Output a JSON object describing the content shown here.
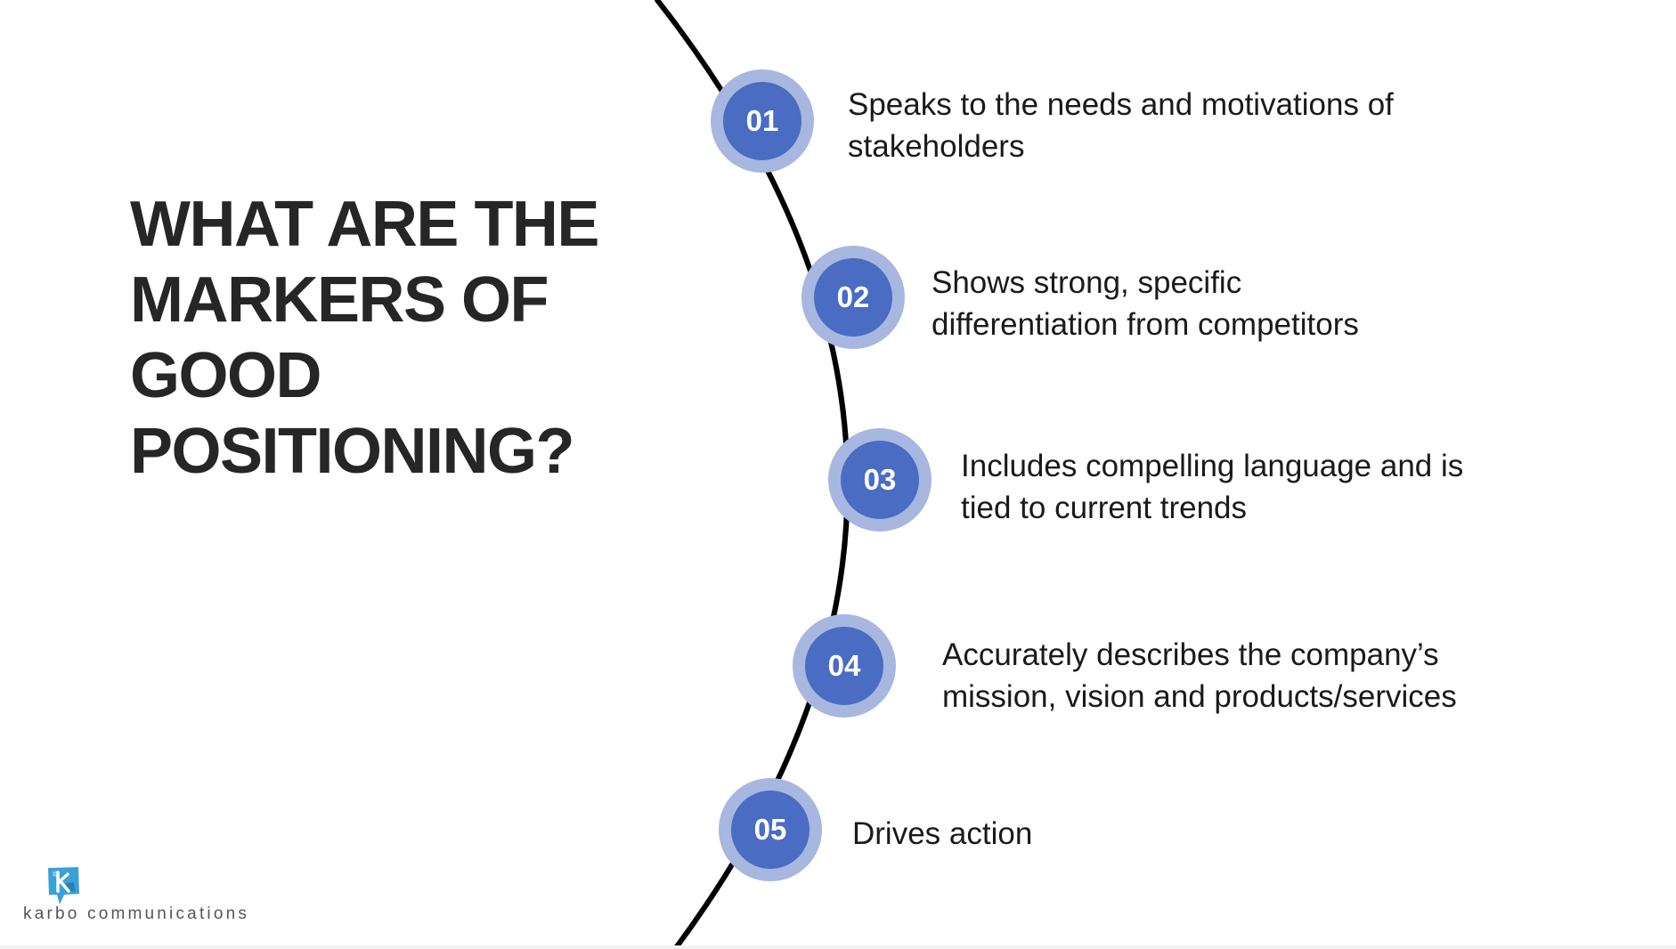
{
  "title": {
    "lines": [
      "WHAT ARE THE",
      "MARKERS OF",
      "GOOD",
      "POSITIONING?"
    ]
  },
  "items": [
    {
      "number": "01",
      "lines": [
        "Speaks to the needs and motivations of",
        "stakeholders"
      ]
    },
    {
      "number": "02",
      "lines": [
        "Shows strong, specific",
        "differentiation from competitors"
      ]
    },
    {
      "number": "03",
      "lines": [
        "Includes compelling language and is",
        "tied to current trends"
      ]
    },
    {
      "number": "04",
      "lines": [
        "Accurately describes the company’s",
        "mission, vision and products/services"
      ]
    },
    {
      "number": "05",
      "lines": [
        "Drives action"
      ]
    }
  ],
  "logo": {
    "text": "karbo communications",
    "icon": "speech-bubble-k-icon"
  },
  "colors": {
    "badge_outer": "#a7b7e0",
    "badge_inner": "#4a6cc2",
    "title": "#262626",
    "arc": "#000000",
    "logo_icon": "#3aa0d8"
  }
}
